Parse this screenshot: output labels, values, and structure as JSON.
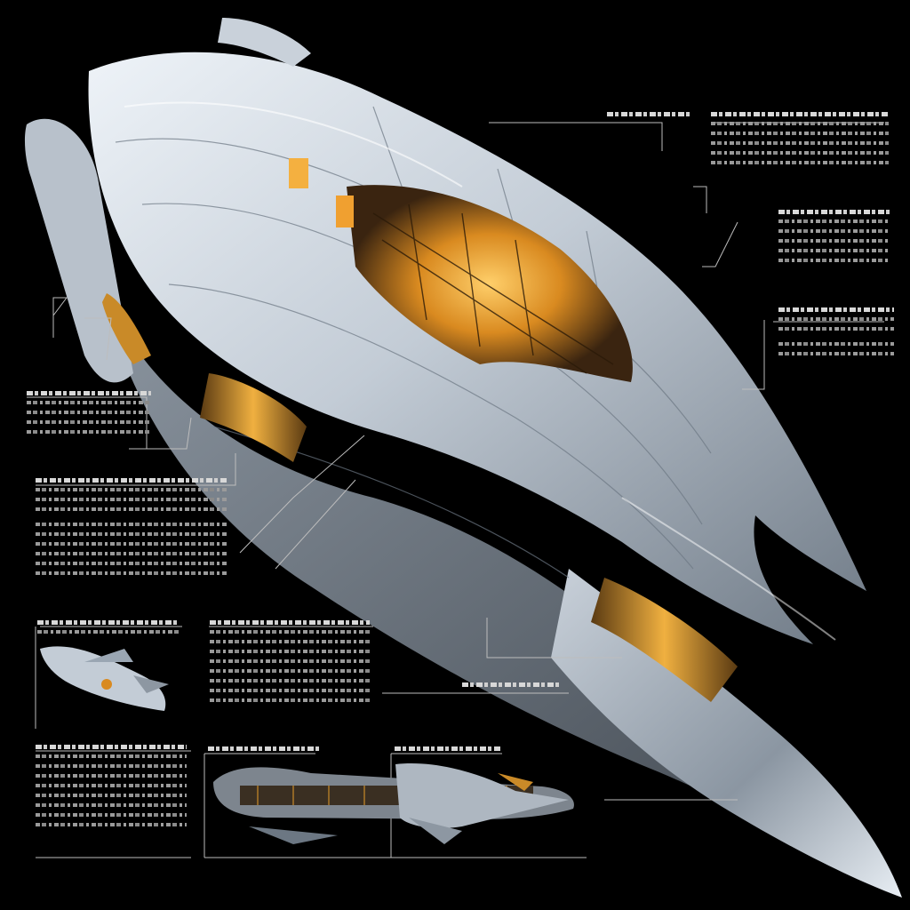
{
  "image": {
    "subject": "spaceship-cutaway",
    "colors": {
      "background": "#000000",
      "hull_light": "#dfe6ee",
      "hull_mid": "#9aa6b3",
      "hull_dark": "#4b545e",
      "interior_glow": "#f0a030",
      "interior_dark": "#3a2410",
      "leader_line": "#bfbfbf",
      "gibberish_text": "#9a9a9a"
    },
    "annotation_blocks": 11,
    "inset_views": [
      "side-profile-ship",
      "longitudinal-section-ship",
      "underside-ship"
    ],
    "printed_text_legible": false
  }
}
